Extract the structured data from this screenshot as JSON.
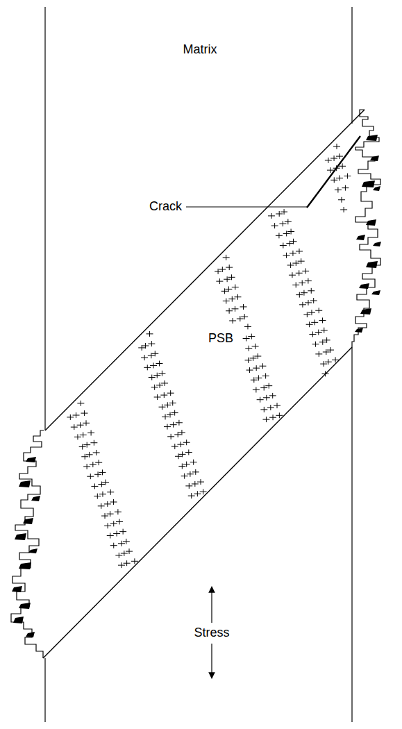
{
  "diagram": {
    "nodes": [
      {
        "text": [
          "PSB"
        ]
      }
    ],
    "labels": [
      "Matrix",
      "Crack",
      "Stress"
    ]
  }
}
